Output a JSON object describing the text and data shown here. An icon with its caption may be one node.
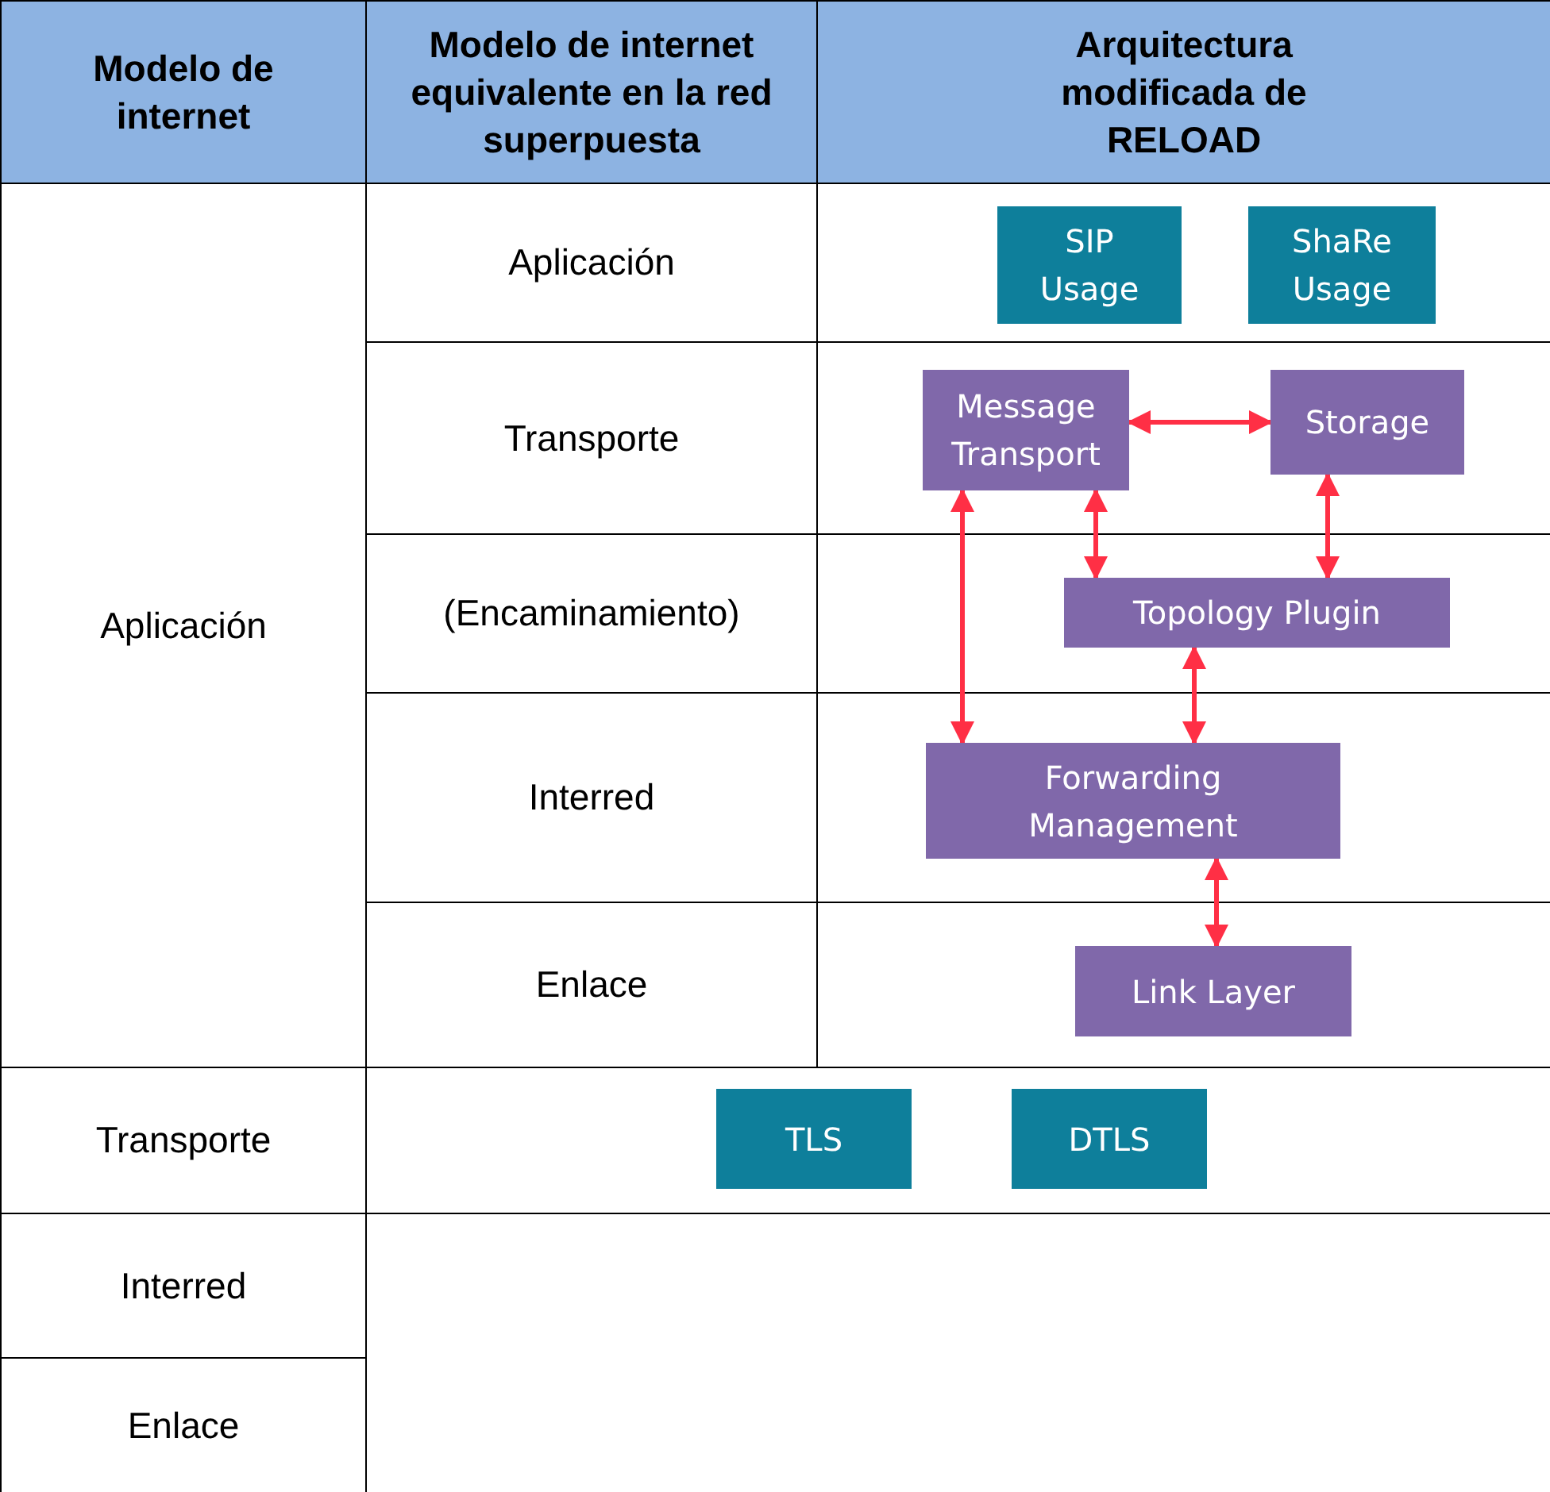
{
  "diagram": {
    "nodes": [
      {
        "text": [
          "SIP Usage"
        ]
      },
      {
        "text": [
          "ShaRe Usage"
        ]
      },
      {
        "text": [
          "Message Transport"
        ]
      },
      {
        "text": [
          "Storage"
        ]
      },
      {
        "text": [
          "Topology Plugin"
        ]
      },
      {
        "text": [
          "Forwarding Management"
        ]
      },
      {
        "text": [
          "Link Layer"
        ]
      },
      {
        "text": [
          "TLS"
        ]
      },
      {
        "text": [
          "DTLS"
        ]
      }
    ],
    "edges": [
      {
        "from": 2,
        "to": 3,
        "arrow": "both"
      },
      {
        "from": 2,
        "to": 4,
        "arrow": "both"
      },
      {
        "from": 3,
        "to": 4,
        "arrow": "both"
      },
      {
        "from": 2,
        "to": 5,
        "arrow": "both"
      },
      {
        "from": 4,
        "to": 5,
        "arrow": "both"
      },
      {
        "from": 5,
        "to": 6,
        "arrow": "both"
      }
    ],
    "labels": [
      "Modelo de internet",
      "Modelo de internet equivalente en la red superpuesta",
      "Arquitectura modificada de RELOAD",
      "Aplicación",
      "Aplicación",
      "Transporte",
      "(Encaminamiento)",
      "Interred",
      "Enlace",
      "Transporte",
      "Interred",
      "Enlace"
    ]
  }
}
